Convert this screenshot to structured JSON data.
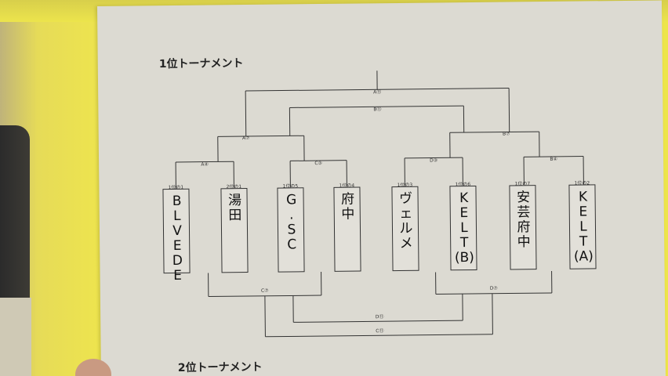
{
  "headings": {
    "first": "1位トーナメント",
    "second": "2位トーナメント"
  },
  "match_labels": {
    "final": "A⑪",
    "third": "B⑪",
    "a7": "A⑦",
    "b7": "B⑦",
    "a4": "A④",
    "c3": "C③",
    "d3": "D③",
    "b4": "B④",
    "c7": "C⑦",
    "d7": "D⑦",
    "d11": "D⑪",
    "c11": "C⑪"
  },
  "teams": [
    {
      "seed": "1位の1",
      "name": "B\nL\nV\nE\nD\nE"
    },
    {
      "seed": "2位の1",
      "name": "湯\n田"
    },
    {
      "seed": "1位の5",
      "name": "G\n.\nS\nC"
    },
    {
      "seed": "1位の4",
      "name": "府\n中"
    },
    {
      "seed": "1位の3",
      "name": "ヴ\nェ\nル\nメ"
    },
    {
      "seed": "1位の6",
      "name": "K\nE\nL\nT\n(B)"
    },
    {
      "seed": "1位の7",
      "name": "安\n芸\n府\n中"
    },
    {
      "seed": "1位の2",
      "name": "K\nE\nL\nT\n(A)"
    }
  ]
}
